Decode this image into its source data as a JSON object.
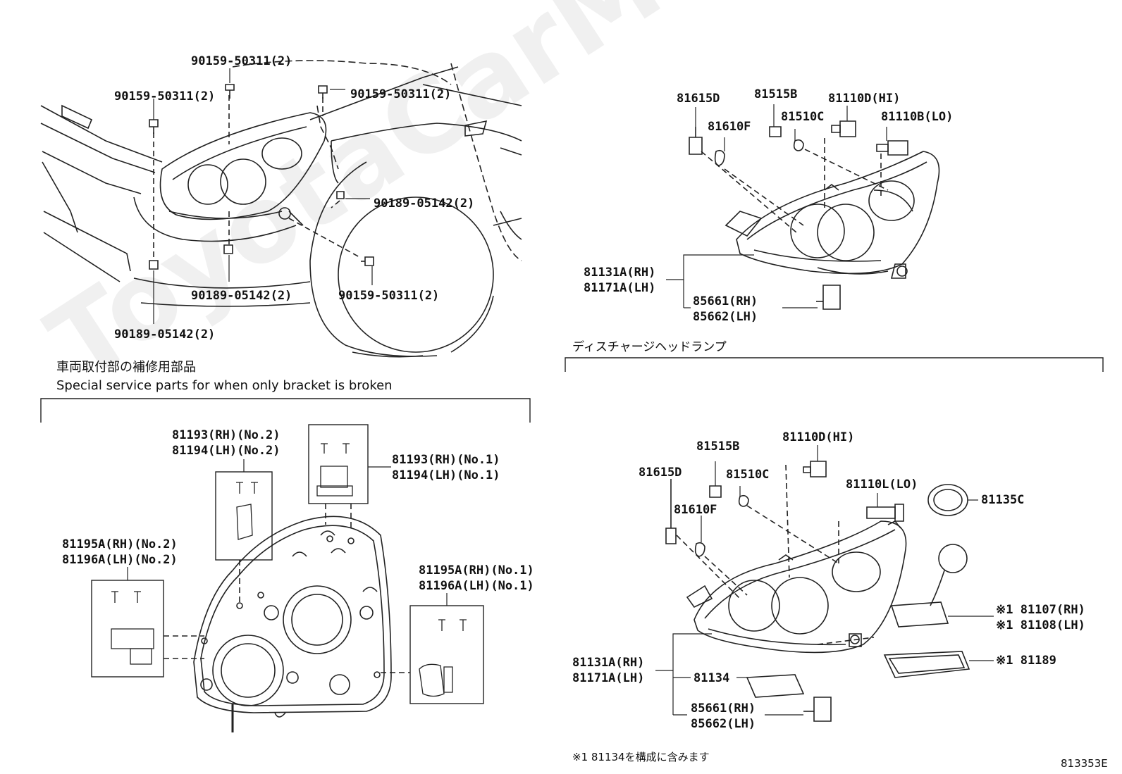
{
  "watermark": "ToyotaCarMini.ru",
  "sections": {
    "discharge_title": "ディスチャージヘッドランプ",
    "bracket_title_jp": "車両取付部の補修用部品",
    "bracket_title_en": "Special service parts for when only bracket is broken"
  },
  "labels": {
    "bolt_top_center": "90159-50311(2)",
    "bolt_top_left": "90159-50311(2)",
    "bolt_top_right": "90159-50311(2)",
    "nut_right": "90189-05142(2)",
    "bolt_bottom_right": "90159-50311(2)",
    "nut_bottom_center": "90189-05142(2)",
    "nut_bottom_left": "90189-05142(2)",
    "r_81615D": "81615D",
    "r_81515B": "81515B",
    "r_81110D": "81110D(HI)",
    "r_81610F": "81610F",
    "r_81510C": "81510C",
    "r_81110B": "81110B(LO)",
    "r_81131A": "81131A(RH)",
    "r_81171A": "81171A(LH)",
    "r_85661": "85661(RH)",
    "r_85662": "85662(LH)",
    "b_81193_2": "81193(RH)(No.2)",
    "b_81194_2": "81194(LH)(No.2)",
    "b_81193_1": "81193(RH)(No.1)",
    "b_81194_1": "81194(LH)(No.1)",
    "b_81195A_2": "81195A(RH)(No.2)",
    "b_81196A_2": "81196A(LH)(No.2)",
    "b_81195A_1": "81195A(RH)(No.1)",
    "b_81196A_1": "81196A(LH)(No.1)",
    "d_81515B": "81515B",
    "d_81110D": "81110D(HI)",
    "d_81615D": "81615D",
    "d_81510C": "81510C",
    "d_81110L": "81110L(LO)",
    "d_81135C": "81135C",
    "d_81610F": "81610F",
    "d_81107": "※1 81107(RH)",
    "d_81108": "※1 81108(LH)",
    "d_81189": "※1 81189",
    "d_81131A": "81131A(RH)",
    "d_81171A": "81171A(LH)",
    "d_81134": "81134",
    "d_85661": "85661(RH)",
    "d_85662": "85662(LH)"
  },
  "footnote": "※1 81134を構成に含みます",
  "figure_id": "813353E"
}
